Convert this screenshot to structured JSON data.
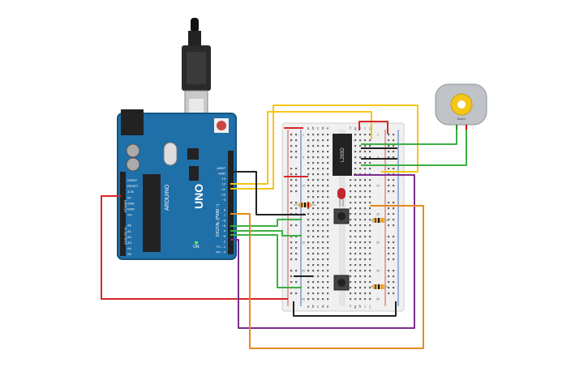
{
  "arduino": {
    "brand_mark": "ARDUINO",
    "model": "UNO",
    "on_label": "ON",
    "left_pins": [
      "IOREF",
      "RESET",
      "3.3V",
      "5V",
      "GND",
      "GND",
      "Vin",
      "A0",
      "A1",
      "A2",
      "A3",
      "A4",
      "A5"
    ],
    "right_pins": [
      "AREF",
      "GND",
      "13",
      "12",
      "~11",
      "~10",
      "~9",
      "8",
      "7",
      "~6",
      "~5",
      "4",
      "~3",
      "2",
      "TX→1",
      "RX←0"
    ],
    "digital_label": "DIGITAL (PWM ~)",
    "analog_label": "ANALOG IN",
    "power_label": "POWER"
  },
  "breadboard": {
    "col_letters_left": [
      "a",
      "b",
      "c",
      "d",
      "e"
    ],
    "col_letters_right": [
      "f",
      "g",
      "h",
      "i",
      "j"
    ],
    "row_numbers": [
      "1",
      "5",
      "10",
      "15",
      "20",
      "25",
      "30"
    ],
    "chip_label": "L293D"
  },
  "motor": {
    "label": "Motor"
  },
  "colors": {
    "red_wire": "#d62728",
    "yellow_wire": "#f5c518",
    "green_wire": "#3cb043",
    "purple_wire": "#7b2d8e",
    "orange_wire": "#e8891c",
    "black_wire": "#222222",
    "board_blue": "#1f6fa8"
  }
}
